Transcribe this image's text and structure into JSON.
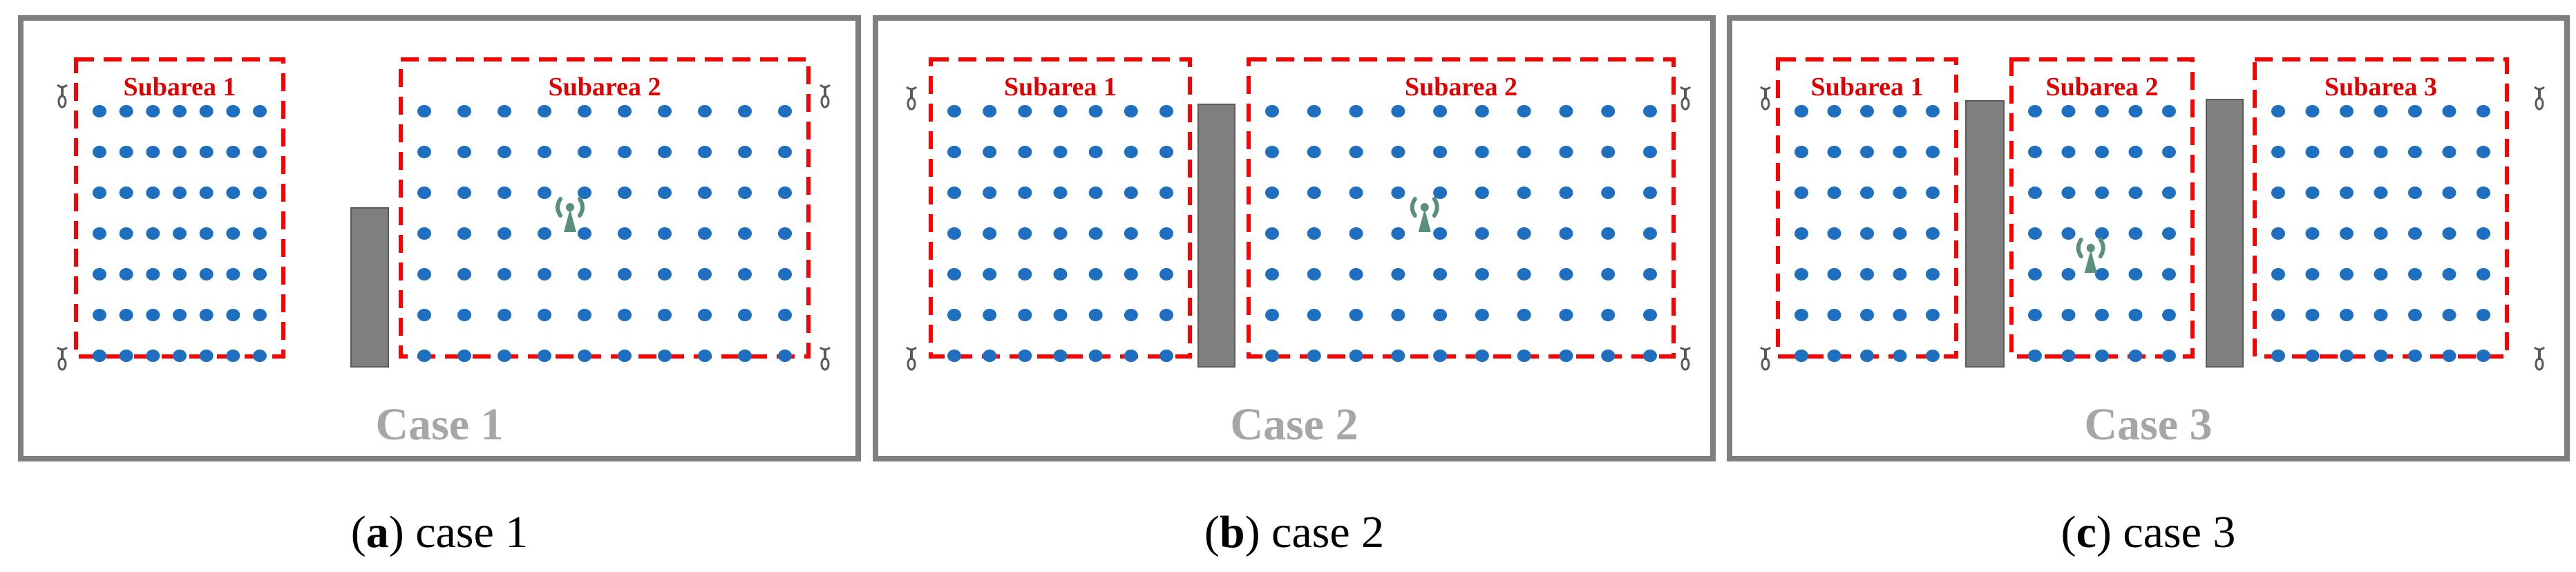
{
  "colors": {
    "frame": "#7f7f7f",
    "frame_fill": "#ffffff",
    "subarea_border": "#ff0000",
    "subarea_label": "#e00000",
    "point": "#1f6fc0",
    "obstacle": "#7f7f7f",
    "case_label": "#a6a6a6",
    "ap_icon": "#5a8f7b",
    "anchor_icon": "#595959",
    "caption": "#000000"
  },
  "icons": {
    "access_point": "wifi-antenna-icon",
    "anchor": "anchor-node-icon"
  },
  "panels": [
    {
      "case_label": "Case 1",
      "caption_letter": "a",
      "caption_text": "case 1",
      "subareas": [
        {
          "label": "Subarea 1",
          "cols": 7,
          "rows": 7
        },
        {
          "label": "Subarea 2",
          "cols": 10,
          "rows": 7
        }
      ],
      "obstacles": 1,
      "access_point": {
        "subarea": 2,
        "col": 4,
        "row": 3
      }
    },
    {
      "case_label": "Case 2",
      "caption_letter": "b",
      "caption_text": "case 2",
      "subareas": [
        {
          "label": "Subarea 1",
          "cols": 7,
          "rows": 7
        },
        {
          "label": "Subarea 2",
          "cols": 10,
          "rows": 7
        }
      ],
      "obstacles": 1,
      "access_point": {
        "subarea": 2,
        "col": 4,
        "row": 3
      }
    },
    {
      "case_label": "Case 3",
      "caption_letter": "c",
      "caption_text": "case 3",
      "subareas": [
        {
          "label": "Subarea 1",
          "cols": 5,
          "rows": 7
        },
        {
          "label": "Subarea 2",
          "cols": 5,
          "rows": 7
        },
        {
          "label": "Subarea 3",
          "cols": 7,
          "rows": 7
        }
      ],
      "obstacles": 2,
      "access_point": {
        "subarea": 2,
        "col": 2,
        "row": 4
      }
    }
  ]
}
